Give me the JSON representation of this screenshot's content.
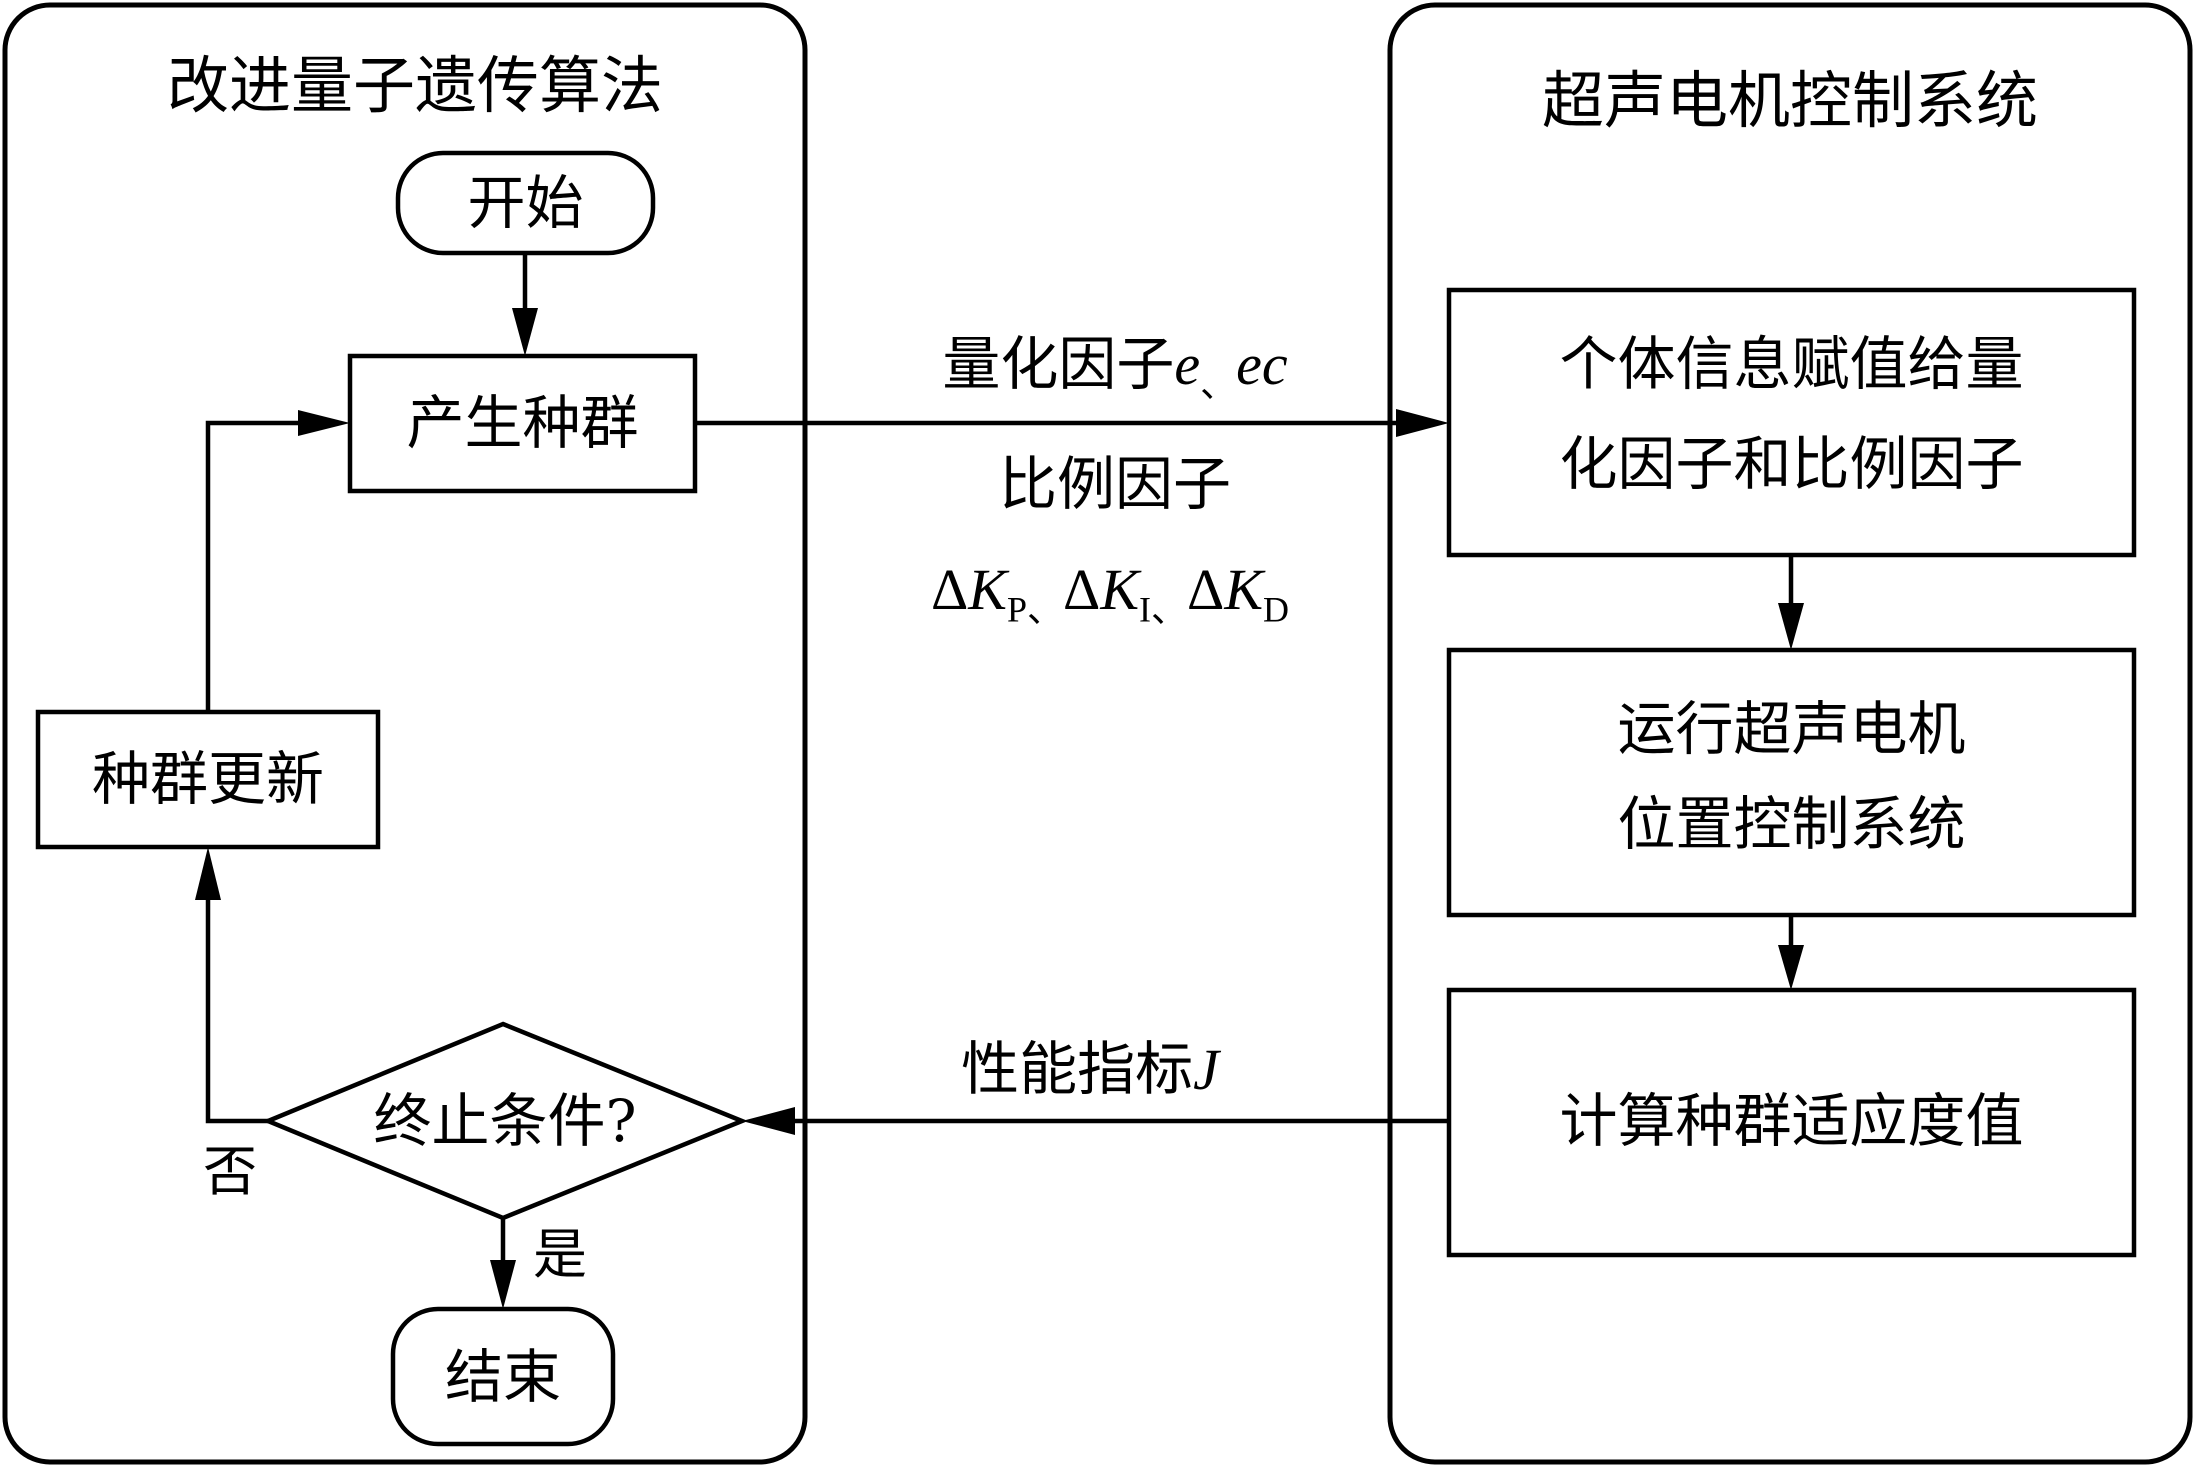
{
  "left_panel": {
    "title": "改进量子遗传算法",
    "start": "开始",
    "generate_population": "产生种群",
    "update_population": "种群更新",
    "termination_condition": "终止条件?",
    "no_label": "否",
    "yes_label": "是",
    "end": "结束"
  },
  "right_panel": {
    "title": "超声电机控制系统",
    "assign_box": [
      "个体信息赋值给量",
      "化因子和比例因子"
    ],
    "run_box": [
      "运行超声电机",
      "位置控制系统"
    ],
    "fitness_box": "计算种群适应度值"
  },
  "connectors": {
    "quantization_label": "量化因子",
    "quantization_vars": [
      "e",
      "ec"
    ],
    "separator": "、",
    "scale_label": "比例因子",
    "delta": "Δ",
    "gain_symbol": "K",
    "gain_subscripts": [
      "P",
      "I",
      "D"
    ],
    "performance_label": "性能指标",
    "performance_var": "J"
  }
}
